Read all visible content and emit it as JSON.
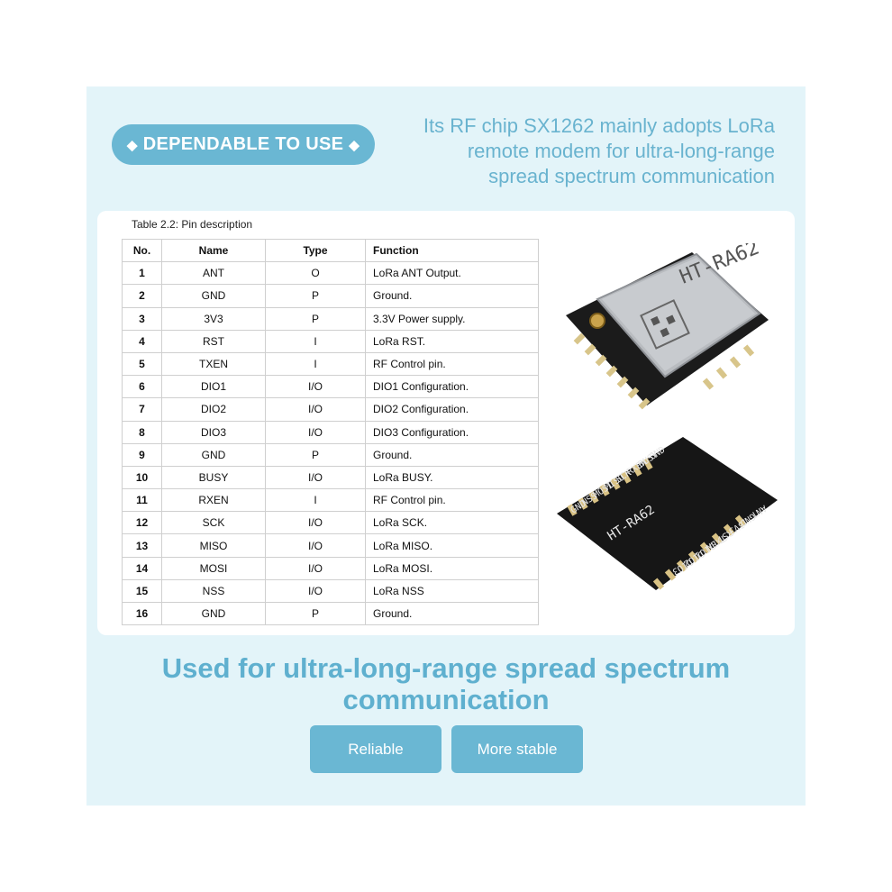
{
  "badge": {
    "text": "DEPENDABLE TO USE",
    "diamond": "◆"
  },
  "headline": {
    "line1": "Its RF chip SX1262 mainly adopts LoRa",
    "line2": "remote modem for ultra-long-range",
    "line3": "spread spectrum communication"
  },
  "table": {
    "caption": "Table 2.2: Pin description",
    "headers": {
      "no": "No.",
      "name": "Name",
      "type": "Type",
      "function": "Function"
    },
    "rows": [
      {
        "no": "1",
        "name": "ANT",
        "type": "O",
        "function": "LoRa ANT Output."
      },
      {
        "no": "2",
        "name": "GND",
        "type": "P",
        "function": "Ground."
      },
      {
        "no": "3",
        "name": "3V3",
        "type": "P",
        "function": "3.3V Power supply."
      },
      {
        "no": "4",
        "name": "RST",
        "type": "I",
        "function": "LoRa RST."
      },
      {
        "no": "5",
        "name": "TXEN",
        "type": "I",
        "function": "RF Control pin."
      },
      {
        "no": "6",
        "name": "DIO1",
        "type": "I/O",
        "function": "DIO1 Configuration."
      },
      {
        "no": "7",
        "name": "DIO2",
        "type": "I/O",
        "function": "DIO2 Configuration."
      },
      {
        "no": "8",
        "name": "DIO3",
        "type": "I/O",
        "function": "DIO3 Configuration."
      },
      {
        "no": "9",
        "name": "GND",
        "type": "P",
        "function": "Ground."
      },
      {
        "no": "10",
        "name": "BUSY",
        "type": "I/O",
        "function": "LoRa BUSY."
      },
      {
        "no": "11",
        "name": "RXEN",
        "type": "I",
        "function": "RF Control pin."
      },
      {
        "no": "12",
        "name": "SCK",
        "type": "I/O",
        "function": "LoRa SCK."
      },
      {
        "no": "13",
        "name": "MISO",
        "type": "I/O",
        "function": "LoRa MISO."
      },
      {
        "no": "14",
        "name": "MOSI",
        "type": "I/O",
        "function": "LoRa MOSI."
      },
      {
        "no": "15",
        "name": "NSS",
        "type": "I/O",
        "function": "LoRa NSS"
      },
      {
        "no": "16",
        "name": "GND",
        "type": "P",
        "function": "Ground."
      }
    ]
  },
  "module": {
    "top_marking": "HT-RA62",
    "bottom_marking": "HT-RA62",
    "bottom_pins_left": [
      "GND",
      "NSS",
      "MOSI",
      "MISO",
      "SCK",
      "RXEN",
      "BUSY",
      "GND"
    ],
    "bottom_pins_right": [
      "ANT",
      "GND",
      "3V3",
      "RST",
      "TXEN",
      "DIO1",
      "DIO2",
      "DIO3"
    ]
  },
  "title": {
    "line1": "Used for ultra-long-range spread spectrum",
    "line2": "communication"
  },
  "buttons": {
    "reliable": "Reliable",
    "more_stable": "More stable"
  },
  "colors": {
    "accent": "#6ab7d3",
    "panel": "#e3f4f9",
    "title": "#5fb0cf"
  }
}
